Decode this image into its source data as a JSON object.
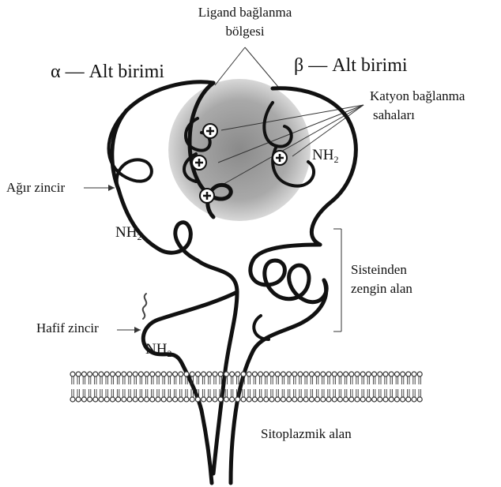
{
  "labels": {
    "ligand_line1": "Ligand bağlanma",
    "ligand_line2": "bölgesi",
    "alpha_symbol": "α",
    "alpha_text": "Alt birimi",
    "beta_symbol": "β",
    "beta_text": "Alt birimi",
    "cation_line1": "Katyon bağlanma",
    "cation_line2": "sahaları",
    "heavy_chain": "Ağır zincir",
    "nh2_alpha_main": "NH",
    "nh2_alpha_sub": "2",
    "nh2_beta_main": "NH",
    "nh2_beta_sub": "2",
    "nh2_light_main": "NH",
    "nh2_light_sub": "2",
    "cys_line1": "Sisteinden",
    "cys_line2": "zengin alan",
    "light_chain": "Hafif zincir",
    "cytoplasmic": "Sitoplazmik alan"
  },
  "colors": {
    "ribbon": "#111111",
    "ligand_region": "#9a9a9a",
    "ion_fill": "#ffffff",
    "membrane": "#333333"
  },
  "cation_sites": [
    "plus",
    "plus",
    "plus",
    "plus"
  ]
}
